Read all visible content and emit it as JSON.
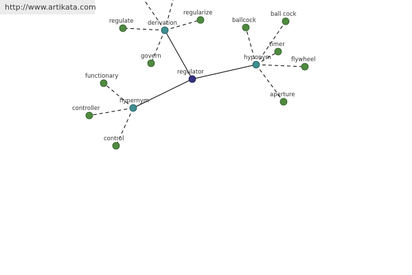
{
  "banner": {
    "url": "http://www.artikata.com"
  },
  "colors": {
    "center": "#33337f",
    "hub": "#3f8f8f",
    "leaf": "#4f8a3f",
    "edge": "#000000"
  },
  "nodes": {
    "center": "regulator",
    "derivation": "derivation",
    "hyponym": "hyponym",
    "hypernym": "hypernym",
    "regulate": "regulate",
    "regularize": "regularize",
    "govern": "govern",
    "ballcock": "ballcock",
    "ball_cock": "ball cock",
    "timer": "timer",
    "flywheel": "flywheel",
    "aperture": "aperture",
    "functionary": "functionary",
    "controller": "controller",
    "control": "control"
  }
}
